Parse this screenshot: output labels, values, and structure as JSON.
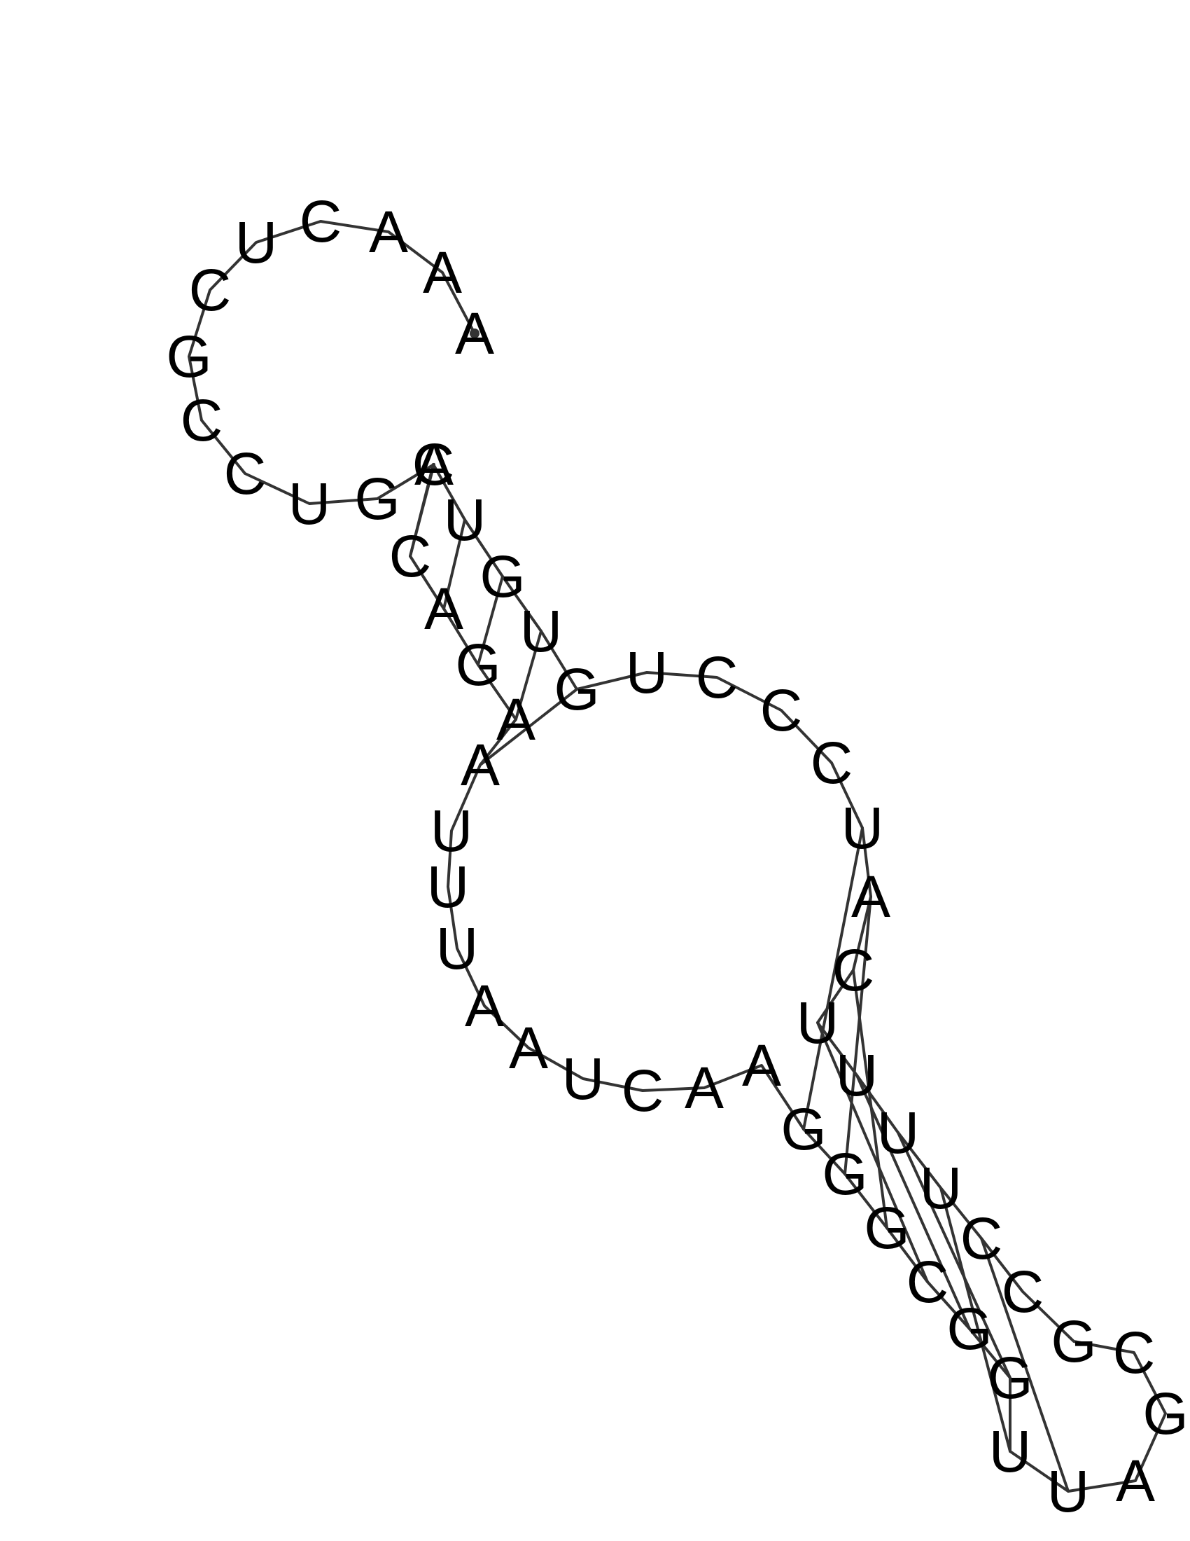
{
  "structure": {
    "sequence": "AAACUCGCCUGACAGAAUUUAAUCAAGGGCGGUUAGCGCCUUUUCAUCCCUGUGUC",
    "pairs": [
      [
        13,
        56
      ],
      [
        14,
        55
      ],
      [
        15,
        54
      ],
      [
        16,
        53
      ],
      [
        17,
        52
      ],
      [
        27,
        47
      ],
      [
        28,
        46
      ],
      [
        29,
        45
      ],
      [
        30,
        44
      ],
      [
        31,
        43
      ],
      [
        32,
        42
      ],
      [
        33,
        41
      ],
      [
        34,
        40
      ]
    ],
    "nucleotides": [
      "A",
      "A",
      "A",
      "C",
      "U",
      "C",
      "G",
      "C",
      "C",
      "U",
      "G",
      "A",
      "C",
      "A",
      "G",
      "A",
      "A",
      "U",
      "U",
      "U",
      "A",
      "A",
      "U",
      "C",
      "A",
      "A",
      "G",
      "G",
      "G",
      "C",
      "G",
      "G",
      "U",
      "U",
      "A",
      "G",
      "C",
      "G",
      "C",
      "C",
      "U",
      "U",
      "U",
      "U",
      "C",
      "A",
      "U",
      "C",
      "C",
      "C",
      "U",
      "G",
      "U",
      "G",
      "U",
      "C"
    ]
  }
}
